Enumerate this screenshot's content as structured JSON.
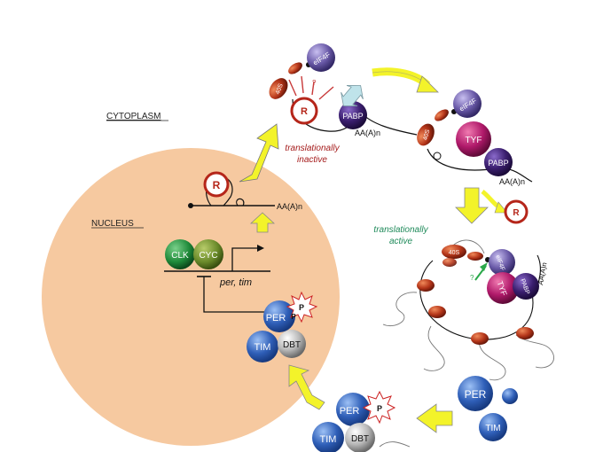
{
  "compartments": {
    "cytoplasm": "CYTOPLASM",
    "nucleus": "NUCLEUS"
  },
  "states": {
    "inactive_line1": "translationally",
    "inactive_line2": "inactive",
    "active_line1": "translationally",
    "active_line2": "active"
  },
  "proteins": {
    "clk": "CLK",
    "cyc": "CYC",
    "per": "PER",
    "tim": "TIM",
    "dbt": "DBT",
    "p": "P",
    "pabp": "PABP",
    "eif4f": "eIF4F",
    "tyf": "TYF",
    "s40": "40S",
    "r": "R",
    "q": "?"
  },
  "genes": {
    "per_tim": "per, tim",
    "polya": "AA(A)n"
  },
  "colors": {
    "nucleus_fill": "#f6c9a0",
    "arrow_yellow": "#f3f32a",
    "clk_green": "#1f8a3a",
    "cyc_green": "#6a8a2a",
    "per_blue": "#2f5fb8",
    "pabp_purple": "#3a1e6e",
    "eif_purple": "#6a5aa8",
    "tyf_magenta": "#b0196a",
    "ribosome_red": "#b5361a",
    "r_red": "#b5261a",
    "text_red": "#a51c1c",
    "text_green": "#1f8a5a"
  }
}
